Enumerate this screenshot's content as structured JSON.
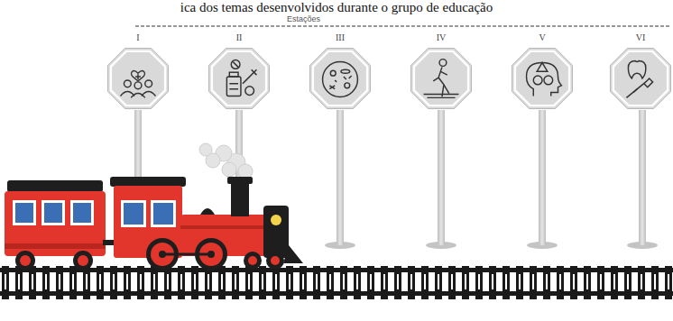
{
  "diagram": {
    "caption": "ica dos temas desenvolvidos durante o grupo de educação",
    "nodes": [
      {
        "text": [
          "I"
        ]
      },
      {
        "text": [
          "II"
        ]
      },
      {
        "text": [
          "III"
        ]
      },
      {
        "text": [
          "IV"
        ]
      },
      {
        "text": [
          "V"
        ]
      },
      {
        "text": [
          "VI"
        ]
      }
    ],
    "labels": [
      "Estações"
    ]
  }
}
